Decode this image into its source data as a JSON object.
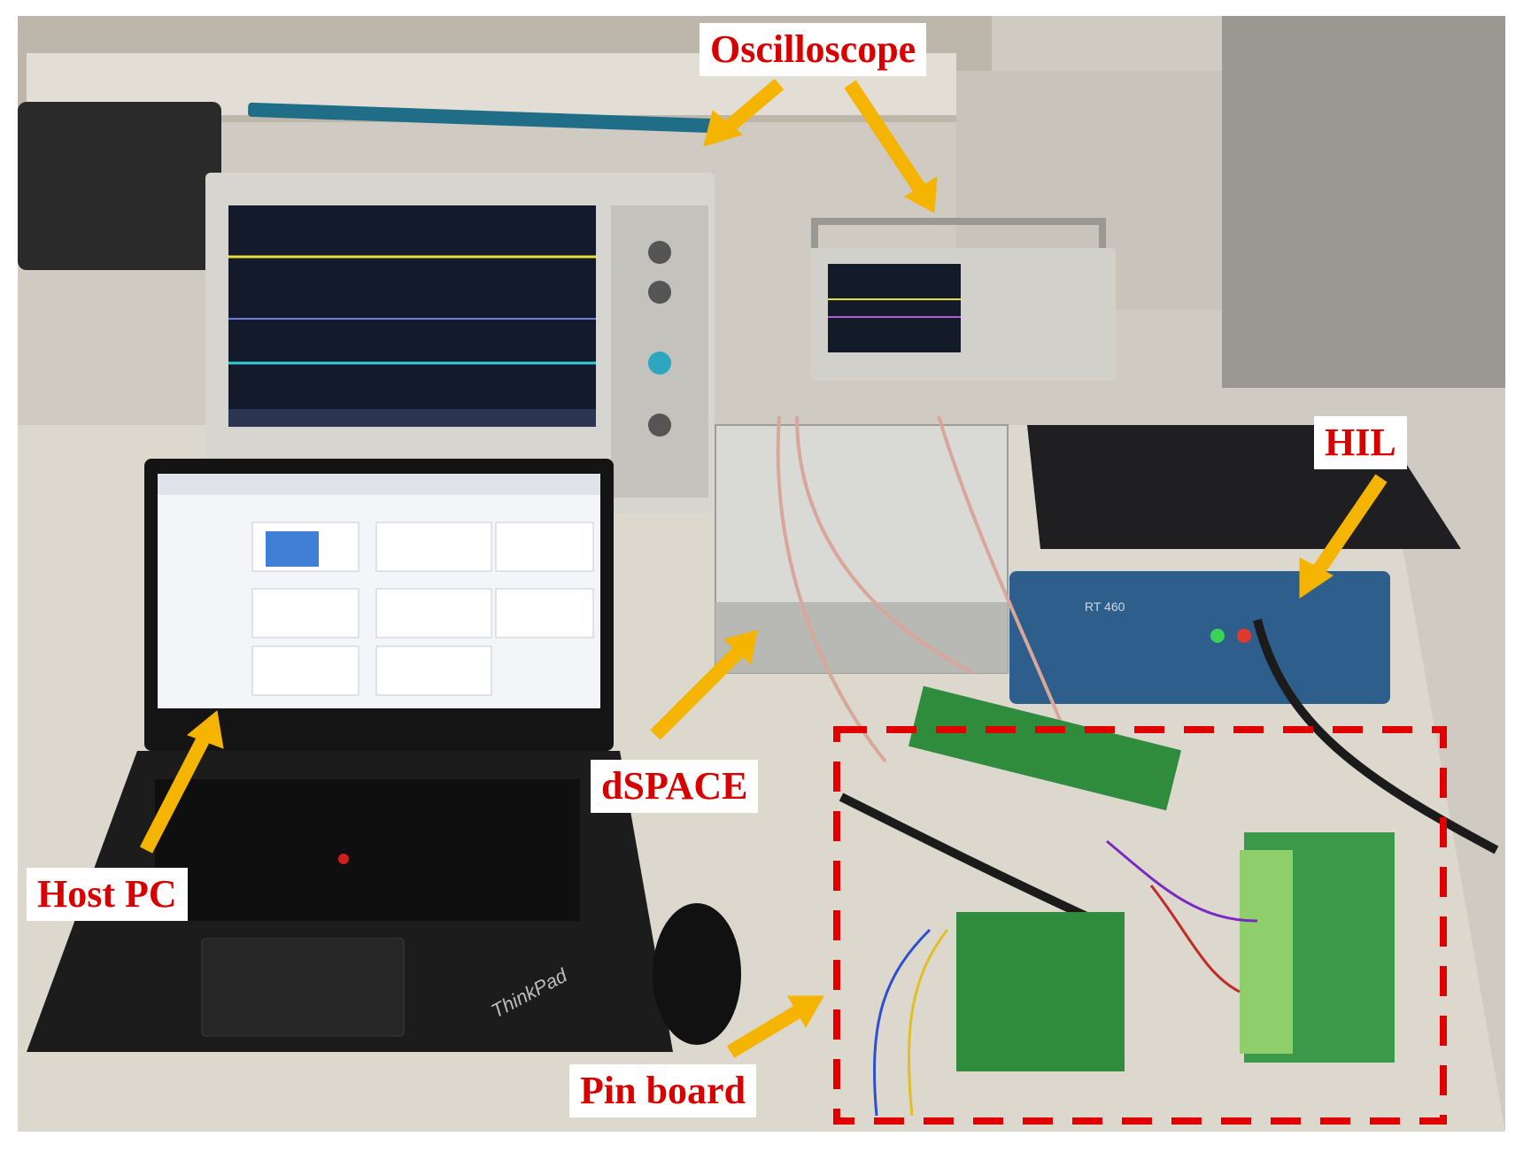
{
  "labels": {
    "oscilloscope": "Oscilloscope",
    "hil": "HIL",
    "dspace": "dSPACE",
    "host_pc": "Host PC",
    "pin_board": "Pin board"
  },
  "equipment_markings": {
    "laptop_brand": "ThinkPad",
    "hil_device_model": "RT 460"
  },
  "colors": {
    "label_text": "#d90000",
    "arrow": "#f5b400",
    "dashed_box": "#e00000"
  }
}
